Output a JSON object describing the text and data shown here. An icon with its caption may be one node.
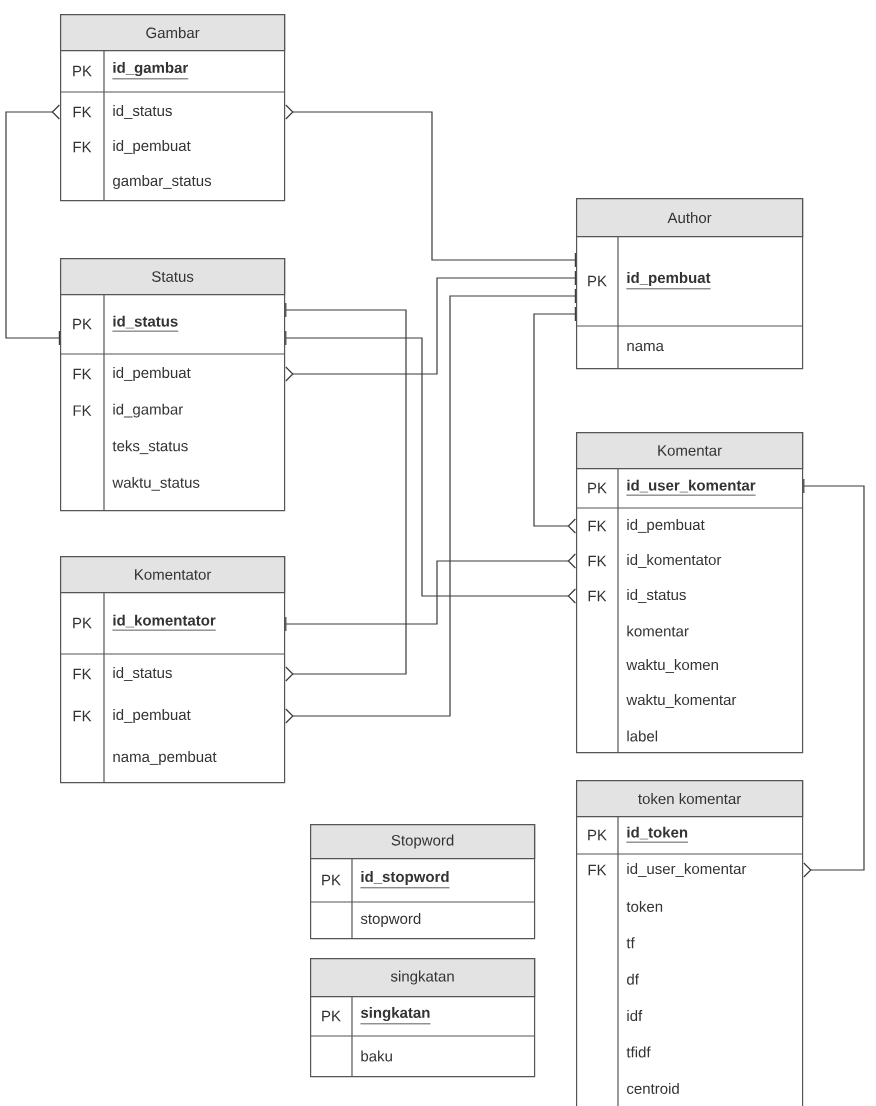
{
  "diagram": {
    "nodes": [
      {
        "text": [
          "Gambar",
          "PK",
          "id_gambar",
          "FK",
          "id_status",
          "FK",
          "id_pembuat",
          "gambar_status"
        ]
      },
      {
        "text": [
          "Status",
          "PK",
          "id_status",
          "FK",
          "id_pembuat",
          "FK",
          "id_gambar",
          "teks_status",
          "waktu_status"
        ]
      },
      {
        "text": [
          "Komentator",
          "PK",
          "id_komentator",
          "FK",
          "id_status",
          "FK",
          "id_pembuat",
          "nama_pembuat"
        ]
      },
      {
        "text": [
          "Author",
          "PK",
          "id_pembuat",
          "nama"
        ]
      },
      {
        "text": [
          "Komentar",
          "PK",
          "id_user_komentar",
          "FK",
          "id_pembuat",
          "FK",
          "id_komentator",
          "FK",
          "id_status",
          "komentar",
          "waktu_komen",
          "waktu_komentar",
          "label"
        ]
      },
      {
        "text": [
          "token komentar",
          "PK",
          "id_token",
          "FK",
          "id_user_komentar",
          "token",
          "tf",
          "df",
          "idf",
          "tfidf",
          "centroid"
        ]
      },
      {
        "text": [
          "Stopword",
          "PK",
          "id_stopword",
          "stopword"
        ]
      },
      {
        "text": [
          "singkatan",
          "PK",
          "singkatan",
          "baku"
        ]
      }
    ],
    "edges": [
      {
        "from": 0,
        "to": 1,
        "arrow": "other"
      },
      {
        "from": 0,
        "to": 3,
        "arrow": "other"
      },
      {
        "from": 1,
        "to": 3,
        "arrow": "other"
      },
      {
        "from": 2,
        "to": 3,
        "arrow": "other"
      },
      {
        "from": 4,
        "to": 3,
        "arrow": "other"
      },
      {
        "from": 2,
        "to": 1,
        "arrow": "other"
      },
      {
        "from": 4,
        "to": 1,
        "arrow": "other"
      },
      {
        "from": 4,
        "to": 2,
        "arrow": "other"
      },
      {
        "from": 5,
        "to": 4,
        "arrow": "other"
      }
    ]
  }
}
